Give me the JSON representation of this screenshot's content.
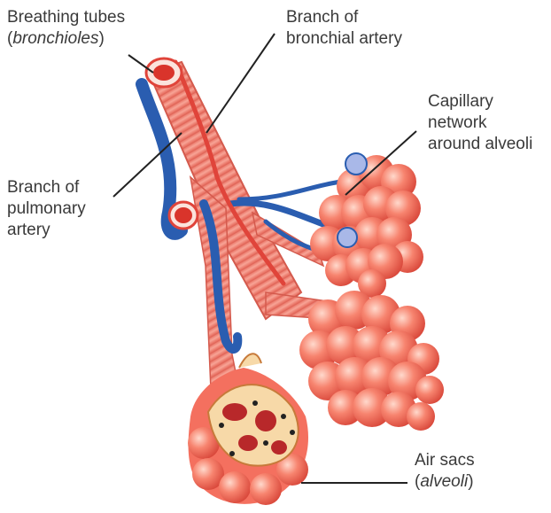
{
  "labels": {
    "bronchioles": {
      "line1": "Breathing tubes",
      "open": "(",
      "term": "bronchioles",
      "close": ")"
    },
    "bronchial_artery": {
      "line1": "Branch of",
      "line2": "bronchial artery"
    },
    "capillary": {
      "line1": "Capillary",
      "line2": "network",
      "line3": "around alveoli"
    },
    "pulmonary": {
      "line1": "Branch of",
      "line2": "pulmonary",
      "line3": "artery"
    },
    "alveoli": {
      "line1": "Air sacs",
      "open": "(",
      "term": "alveoli",
      "close": ")"
    }
  },
  "colors": {
    "bronchiole": "#f08a7c",
    "bronchiole_ring": "#e56a5c",
    "vein_blue": "#2a5db0",
    "artery_red": "#e0443a",
    "alveolus": "#f4705f",
    "alveolus_highlight": "#ffd0c2",
    "cutaway": "#f7d9a8",
    "leader_line": "#222222"
  }
}
